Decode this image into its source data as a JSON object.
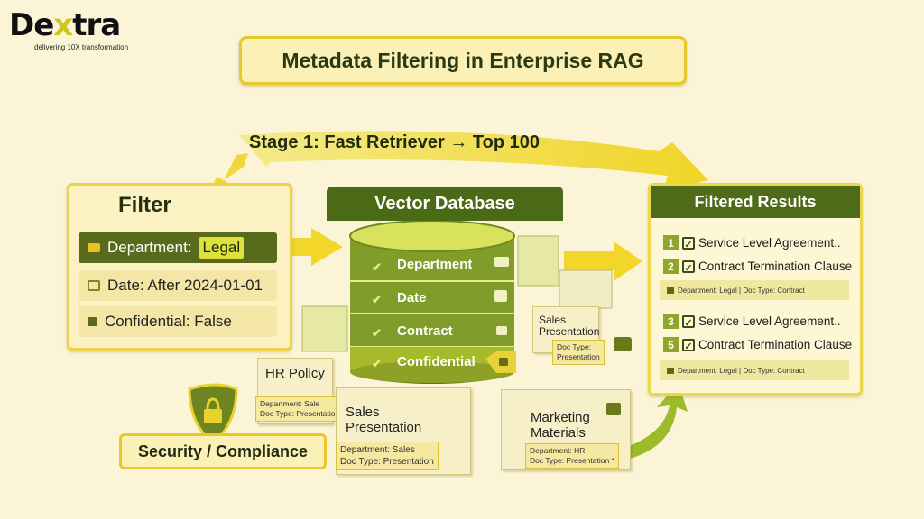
{
  "logo": {
    "word_before": "De",
    "word_x": "x",
    "word_after": "tra",
    "tagline": "delivering 10X transformation"
  },
  "title": "Metadata Filtering in Enterprise RAG",
  "stage_label": "Stage 1: Fast Retriever → Top 100",
  "filter": {
    "title": "Filter",
    "rows": [
      {
        "icon": "briefcase-icon",
        "key": "Department:",
        "value": "Legal"
      },
      {
        "icon": "calendar-icon",
        "text": "Date: After 2024-01-01"
      },
      {
        "icon": "lock-icon",
        "text": "Confidential: False"
      }
    ]
  },
  "vector_db": {
    "title": "Vector Database",
    "layers": [
      "Department",
      "Date",
      "Contract",
      "Confidential"
    ]
  },
  "results": {
    "title": "Filtered Results",
    "group1": [
      {
        "num": "1",
        "text": "Service Level Agreement.."
      },
      {
        "num": "2",
        "text": "Contract Termination Clause"
      }
    ],
    "group1_meta": "Department: Legal | Doc Type: Contract",
    "group2": [
      {
        "num": "3",
        "text": "Service Level Agreement.."
      },
      {
        "num": "5",
        "text": "Contract Termination Clause"
      }
    ],
    "group2_meta": "Department: Legal | Doc Type: Contract"
  },
  "documents": {
    "hr_policy": {
      "title": "HR Policy",
      "tag1": "Department: Sale",
      "tag2": "Doc Type: Presentation"
    },
    "sales_left": {
      "title1": "Sales",
      "title2": "Presentation",
      "tag1": "Department: Sales",
      "tag2": "Doc Type: Presentation"
    },
    "marketing": {
      "title1": "Marketing",
      "title2": "Materials",
      "tag1": "Department: HR",
      "tag2": "Doc Type: Presentation *"
    },
    "sales_right": {
      "title1": "Sales",
      "title2": "Presentation",
      "tag1": "Doc Type:",
      "tag2": "Presentation"
    }
  },
  "security_label": "Security / Compliance",
  "colors": {
    "dark_green": "#4b6a16",
    "accent_yellow": "#e8c928",
    "background": "#fbf4d6"
  }
}
